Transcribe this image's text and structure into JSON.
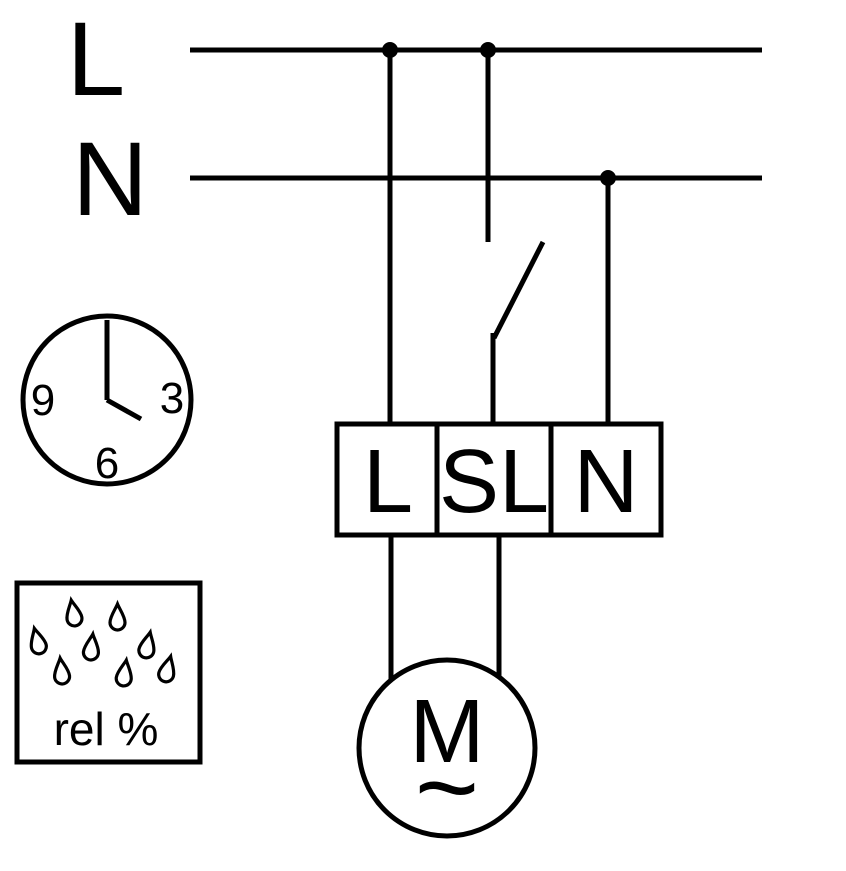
{
  "colors": {
    "ink": "#000000",
    "background": "#ffffff"
  },
  "diagram": {
    "supply": {
      "l_label": "L",
      "n_label": "N"
    },
    "terminal_block": {
      "terminals": [
        {
          "label": "L"
        },
        {
          "label": "SL"
        },
        {
          "label": "N"
        }
      ]
    },
    "switch": {
      "type": "normally-open-contact"
    },
    "motor": {
      "letter": "M",
      "ac_symbol": "~"
    },
    "clock": {
      "numbers": {
        "three": "3",
        "six": "6",
        "nine": "9"
      }
    },
    "humidity": {
      "label": "rel %"
    },
    "icons": {
      "clock": "clock-icon",
      "raindrops": "raindrop-icon",
      "switch": "switch-contact-icon",
      "motor": "motor-symbol-icon"
    }
  }
}
